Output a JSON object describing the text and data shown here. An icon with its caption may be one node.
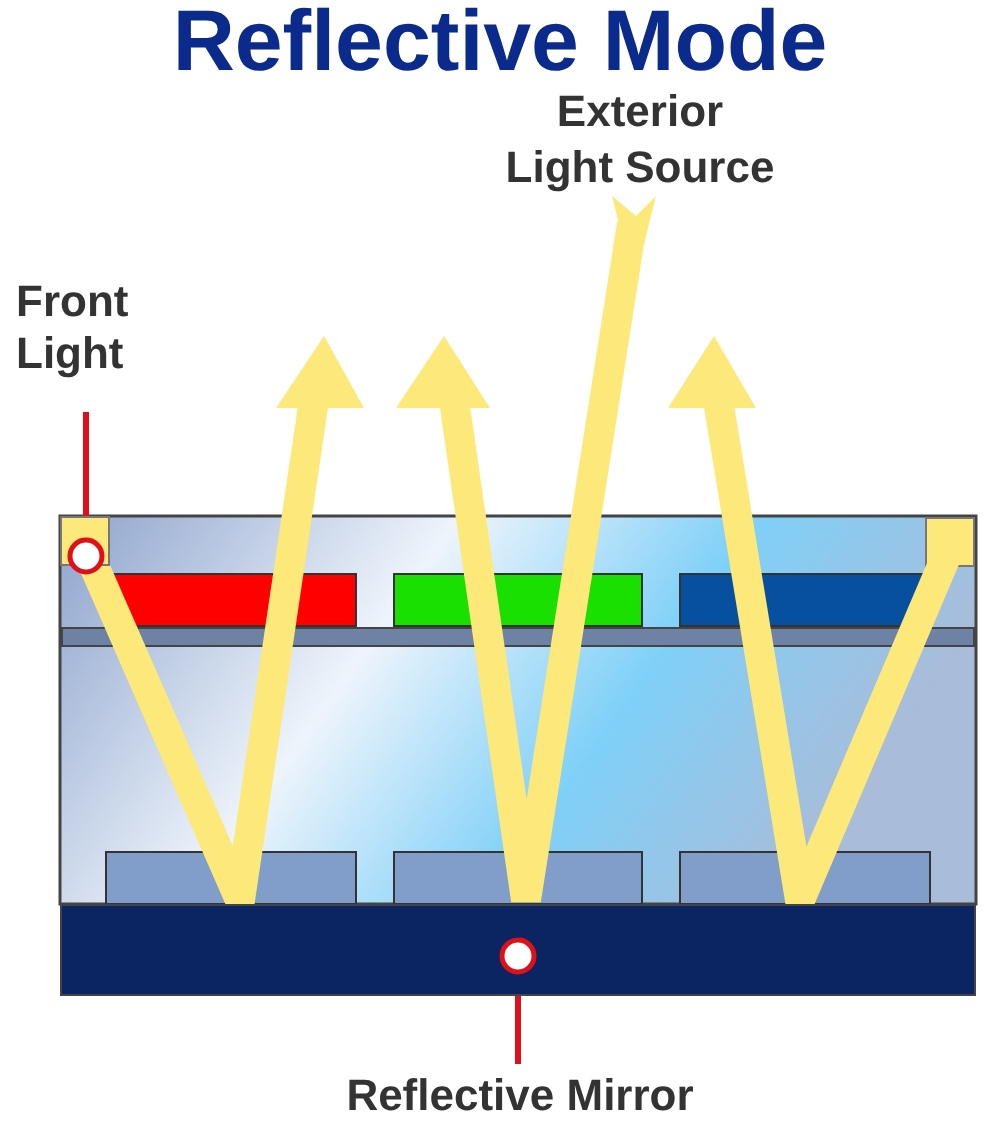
{
  "diagram": {
    "title": "Reflective Mode",
    "nodes": [
      {
        "text": [
          "Front Light"
        ]
      },
      {
        "text": [],
        "shape": "box"
      },
      {
        "text": [
          "Reflective Mirror"
        ]
      },
      {
        "text": [],
        "shape": "bar"
      }
    ],
    "edges": [
      {
        "from": 0,
        "to": 1,
        "arrow": "other"
      },
      {
        "from": 2,
        "to": 3,
        "arrow": "other"
      }
    ],
    "labels": [
      "Exterior Light Source"
    ]
  }
}
